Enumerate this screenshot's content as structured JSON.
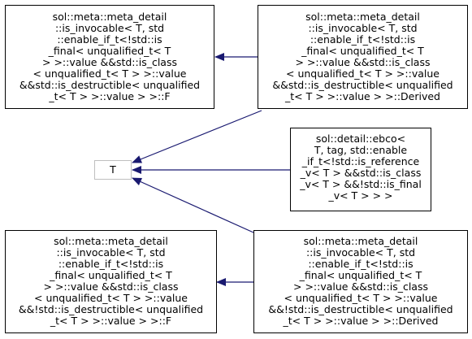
{
  "colors": {
    "edge": "#191970",
    "node_border": "#000000",
    "template_param_border": "#bfbfbf",
    "background": "#ffffff"
  },
  "nodes": {
    "top_left": {
      "lines": [
        "sol::meta::meta_detail",
        "::is_invocable< T, std",
        "::enable_if_t<!std::is",
        "_final< unqualified_t< T",
        " > >::value &&std::is_class",
        "< unqualified_t< T > >::value",
        " &&std::is_destructible< unqualified",
        "_t< T > >::value > >::F"
      ]
    },
    "top_right": {
      "lines": [
        "sol::meta::meta_detail",
        "::is_invocable< T, std",
        "::enable_if_t<!std::is",
        "_final< unqualified_t< T",
        " > >::value &&std::is_class",
        "< unqualified_t< T > >::value",
        " &&std::is_destructible< unqualified",
        "_t< T > >::value > >::Derived"
      ]
    },
    "ebco": {
      "lines": [
        "sol::detail::ebco<",
        " T, tag, std::enable",
        "_if_t<!std::is_reference",
        "_v< T > &&std::is_class",
        "_v< T > &&!std::is_final",
        "_v< T > > >"
      ]
    },
    "param_t": {
      "lines": [
        "T"
      ]
    },
    "bottom_left": {
      "lines": [
        "sol::meta::meta_detail",
        "::is_invocable< T, std",
        "::enable_if_t<!std::is",
        "_final< unqualified_t< T",
        " > >::value &&std::is_class",
        "< unqualified_t< T > >::value",
        " &&!std::is_destructible< unqualified",
        "_t< T > >::value > >::F"
      ]
    },
    "bottom_right": {
      "lines": [
        "sol::meta::meta_detail",
        "::is_invocable< T, std",
        "::enable_if_t<!std::is",
        "_final< unqualified_t< T",
        " > >::value &&std::is_class",
        "< unqualified_t< T > >::value",
        " &&!std::is_destructible< unqualified",
        "_t< T > >::value > >::Derived"
      ]
    }
  }
}
